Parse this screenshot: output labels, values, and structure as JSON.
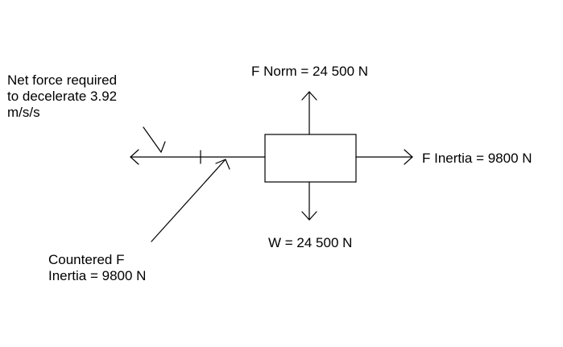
{
  "labels": {
    "net_force": [
      "Net force required",
      "to decelerate 3.92",
      "m/s/s"
    ],
    "f_norm": "F Norm = 24 500 N",
    "f_inertia": "F Inertia = 9800 N",
    "weight": "W = 24 500 N",
    "countered": [
      "Countered F",
      "Inertia = 9800 N"
    ]
  },
  "colors": {
    "stroke": "#000000",
    "text": "#000000",
    "background": "#ffffff"
  }
}
